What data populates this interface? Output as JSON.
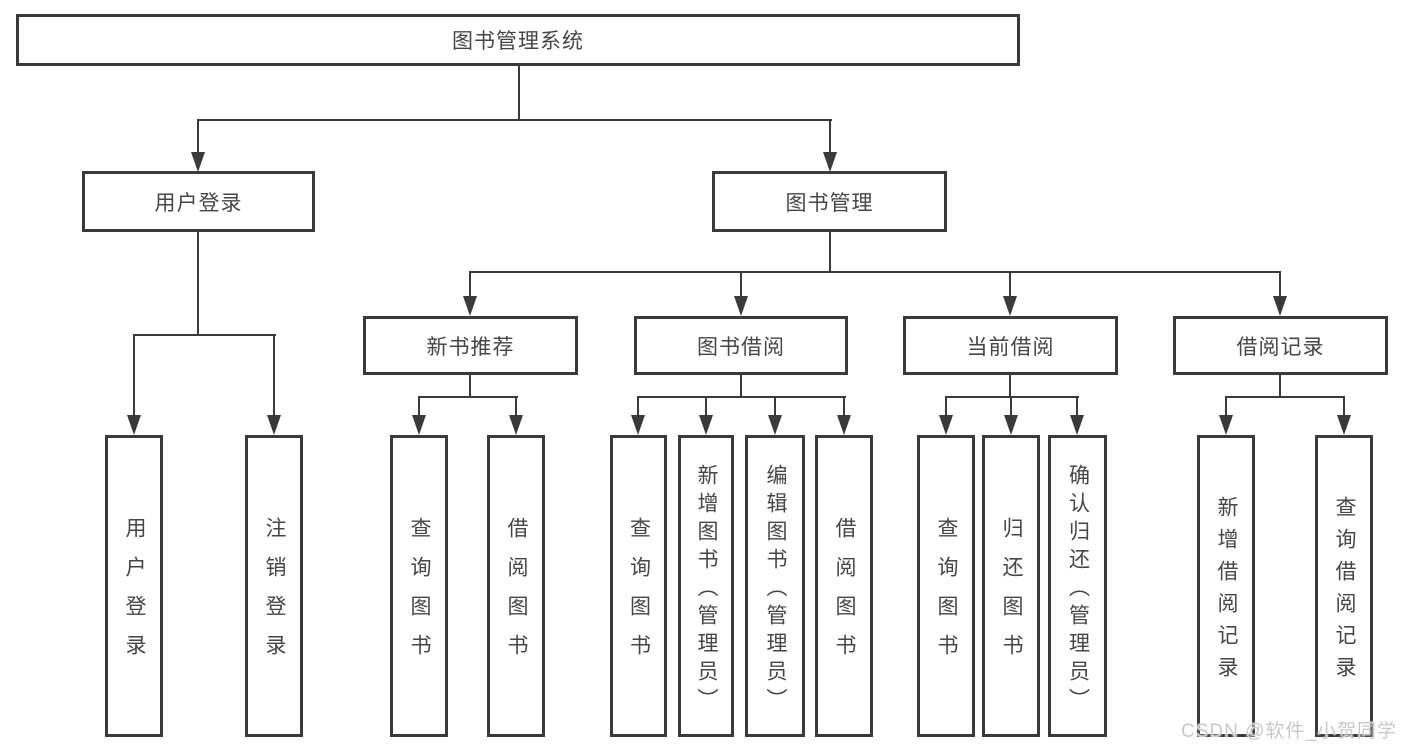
{
  "tree": {
    "root": "图书管理系统",
    "branches": [
      {
        "label": "用户登录",
        "children": [
          "用户登录",
          "注销登录"
        ]
      },
      {
        "label": "图书管理",
        "groups": [
          {
            "label": "新书推荐",
            "children": [
              "查询图书",
              "借阅图书"
            ]
          },
          {
            "label": "图书借阅",
            "children": [
              "查询图书",
              "新增图书（管理员）",
              "编辑图书（管理员）",
              "借阅图书"
            ]
          },
          {
            "label": "当前借阅",
            "children": [
              "查询图书",
              "归还图书",
              "确认归还（管理员）"
            ]
          },
          {
            "label": "借阅记录",
            "children": [
              "新增借阅记录",
              "查询借阅记录"
            ]
          }
        ]
      }
    ]
  },
  "watermark": {
    "text": "CSDN @软件_小贺同学"
  },
  "colors": {
    "line": "#3a3a3a",
    "text": "#464646",
    "watermark": "#c9c9c9",
    "background": "#ffffff"
  }
}
